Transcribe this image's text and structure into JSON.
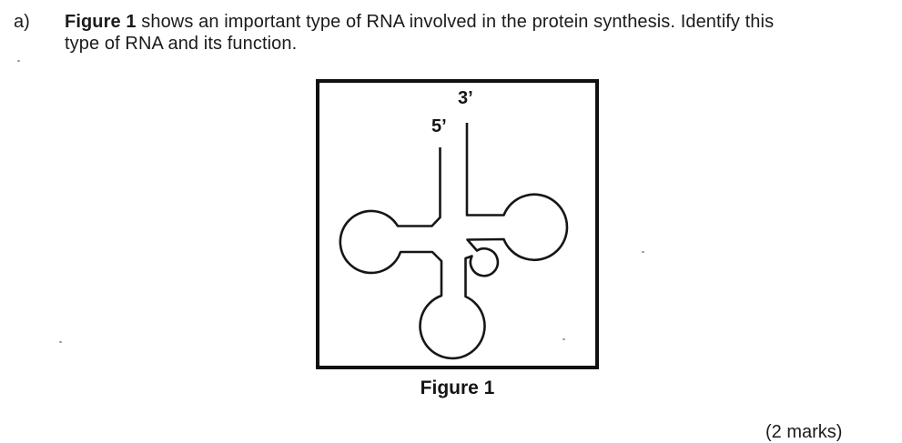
{
  "colors": {
    "ink": "#1b1b1b",
    "background": "#ffffff",
    "diagram_stroke": "#161616"
  },
  "question": {
    "item_label": "a)",
    "line1_bold": "Figure 1",
    "line1_rest": " shows an important type of RNA involved in the protein synthesis. Identify this",
    "line2": "type of RNA and its function."
  },
  "figure": {
    "five_prime_label": "5’",
    "three_prime_label": "3’",
    "caption": "Figure 1",
    "diagram_description": "tRNA cloverleaf outline with acceptor stem (5' and 3' ends), D-loop, anticodon loop, variable loop and T-loop"
  },
  "marks_label": "(2 marks)"
}
